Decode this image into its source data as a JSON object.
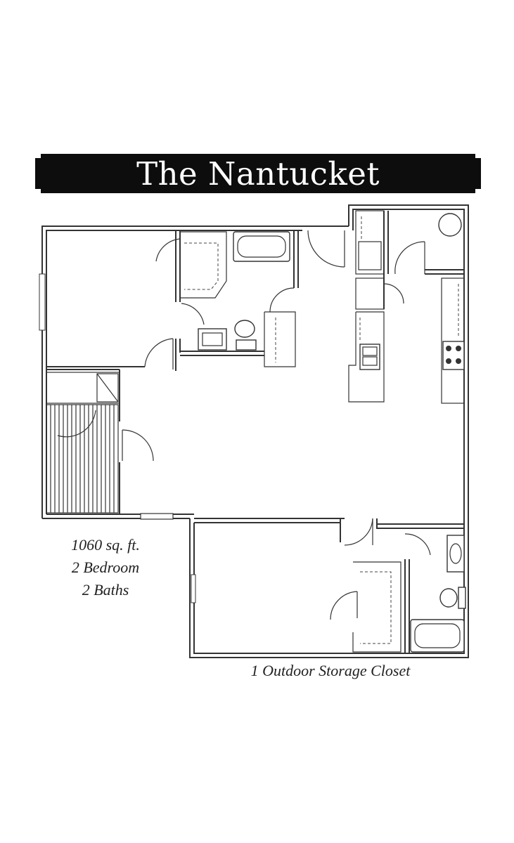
{
  "title": "The Nantucket",
  "specs": {
    "area": "1060 sq. ft.",
    "bedrooms": "2 Bedroom",
    "baths": "2 Baths"
  },
  "storage_note": "1 Outdoor Storage Closet"
}
